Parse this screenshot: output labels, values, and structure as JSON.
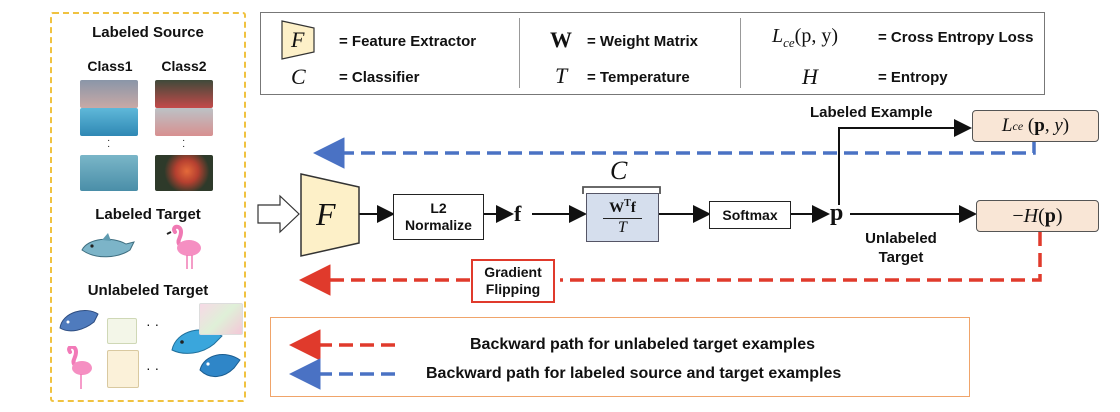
{
  "left_panel": {
    "source_title": "Labeled Source",
    "class1": "Class1",
    "class2": "Class2",
    "labeled_target": "Labeled Target",
    "unlabeled_target": "Unlabeled Target",
    "dots": "·  ·"
  },
  "legend": {
    "F_sym": "F",
    "F_desc": "= Feature Extractor",
    "C_sym": "C",
    "C_desc": "= Classifier",
    "W_sym": "W",
    "W_desc": "= Weight Matrix",
    "T_sym": "T",
    "T_desc": "= Temperature",
    "L_sym": "L",
    "L_sub": "ce",
    "L_args": "(p, y)",
    "L_desc": "= Cross Entropy Loss",
    "H_sym": "H",
    "H_desc": "= Entropy"
  },
  "pipeline": {
    "extractor": "F",
    "l2_line1": "L2",
    "l2_line2": "Normalize",
    "feature": "f",
    "classifier_label": "C",
    "weight_num": "WTf",
    "weight_den": "T",
    "softmax": "Softmax",
    "prob": "p",
    "labeled_example": "Labeled Example",
    "unlabeled_target_1": "Unlabeled",
    "unlabeled_target_2": "Target",
    "loss_ce": "Lce(p, y)",
    "loss_entropy": "−H(p)",
    "gradient_1": "Gradient",
    "gradient_2": "Flipping"
  },
  "bottom_legend": {
    "red_text": "Backward path for unlabeled target examples",
    "blue_text": "Backward path for labeled source and target examples"
  },
  "colors": {
    "yellow_dash": "#f0c240",
    "extractor_fill": "#fdf0c8",
    "classifier_fill": "#d5deed",
    "loss_fill": "#f9e6d6",
    "red": "#e03a2c",
    "blue": "#4a72c4",
    "orange_border": "#f0a46a"
  }
}
